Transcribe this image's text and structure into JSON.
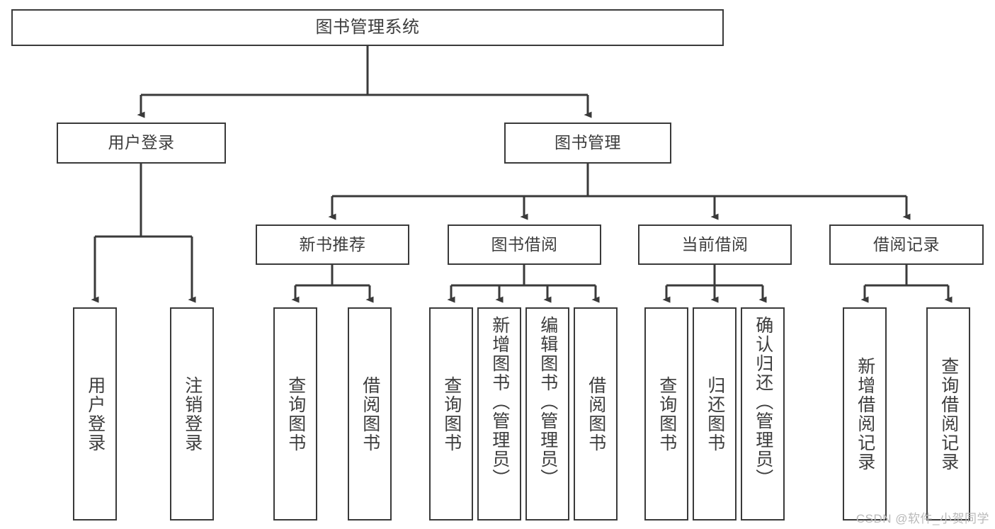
{
  "diagram": {
    "title": "图书管理系统",
    "type": "tree-hierarchy-chart",
    "colors": {
      "box_border": "#3a3a3a",
      "box_fill": "#ffffff",
      "edge": "#3a3a3a",
      "text": "#3d3d3d",
      "background": "#ffffff",
      "watermark": "#b9b9b9"
    },
    "root": {
      "label": "图书管理系统"
    },
    "level2": [
      {
        "label": "用户登录"
      },
      {
        "label": "图书管理"
      }
    ],
    "level3": [
      {
        "label": "新书推荐"
      },
      {
        "label": "图书借阅"
      },
      {
        "label": "当前借阅"
      },
      {
        "label": "借阅记录"
      }
    ],
    "leaves": {
      "user_login": [
        {
          "label": "用户登录"
        },
        {
          "label": "注销登录"
        }
      ],
      "new_book_recommend": [
        {
          "label": "查询图书"
        },
        {
          "label": "借阅图书"
        }
      ],
      "book_borrow": [
        {
          "label": "查询图书"
        },
        {
          "label": "新增图书（管理员）"
        },
        {
          "label": "编辑图书（管理员）"
        },
        {
          "label": "借阅图书"
        }
      ],
      "current_borrow": [
        {
          "label": "查询图书"
        },
        {
          "label": "归还图书"
        },
        {
          "label": "确认归还（管理员）"
        }
      ],
      "borrow_record": [
        {
          "label": "新增借阅记录"
        },
        {
          "label": "查询借阅记录"
        }
      ]
    }
  },
  "watermark": {
    "text": "CSDN @软件_小贺同学"
  }
}
